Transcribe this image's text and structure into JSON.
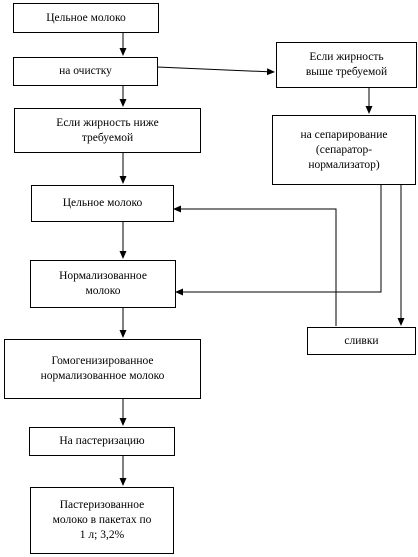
{
  "flowchart": {
    "whole_milk_top": "Цельное молоко",
    "cleaning": "на очистку",
    "fat_below": "Если жирность ниже\nтребуемой",
    "fat_above": "Если жирность\nвыше требуемой",
    "separation": "на сепарирование\n(сепаратор-\nнормализатор)",
    "whole_milk_mid": "Цельное молоко",
    "normalized": "Нормализованное\nмолоко",
    "cream": "сливки",
    "homogenized": "Гомогенизированное\nнормализованное молоко",
    "pasteurization": "На пастеризацию",
    "packaged": "Пастеризованное\nмолоко в пакетах по\n1 л; 3,2%"
  }
}
